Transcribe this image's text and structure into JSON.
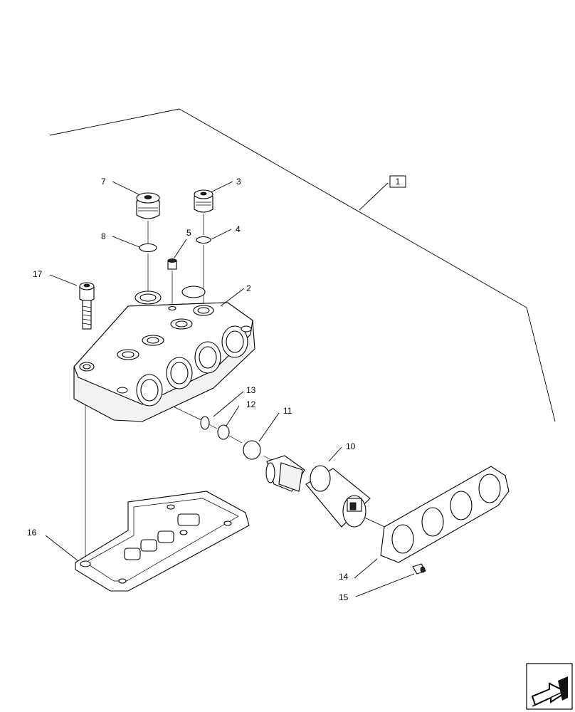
{
  "diagram": {
    "ref_box_label": "1",
    "callouts": [
      {
        "id": "c2",
        "text": "2"
      },
      {
        "id": "c3",
        "text": "3"
      },
      {
        "id": "c4",
        "text": "4"
      },
      {
        "id": "c5",
        "text": "5"
      },
      {
        "id": "c7",
        "text": "7"
      },
      {
        "id": "c8",
        "text": "8"
      },
      {
        "id": "c10",
        "text": "10"
      },
      {
        "id": "c11",
        "text": "11"
      },
      {
        "id": "c12",
        "text": "12"
      },
      {
        "id": "c13",
        "text": "13"
      },
      {
        "id": "c14",
        "text": "14"
      },
      {
        "id": "c15",
        "text": "15"
      },
      {
        "id": "c16",
        "text": "16"
      },
      {
        "id": "c17",
        "text": "17"
      }
    ],
    "nav_icon": "direction-arrow-icon"
  }
}
